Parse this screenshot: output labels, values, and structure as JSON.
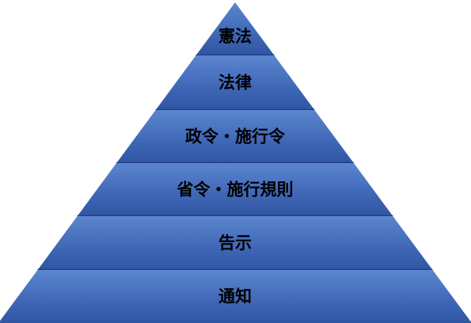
{
  "pyramid": {
    "tiers": [
      {
        "label": "憲法"
      },
      {
        "label": "法律"
      },
      {
        "label": "政令・施行令"
      },
      {
        "label": "省令・施行規則"
      },
      {
        "label": "告示"
      },
      {
        "label": "通知"
      }
    ]
  },
  "colors": {
    "band_top": "#5c86cf",
    "band_mid": "#4169b8",
    "band_bottom": "#2f55a3",
    "band_edge": "#1e3f80",
    "text": "#000000"
  }
}
